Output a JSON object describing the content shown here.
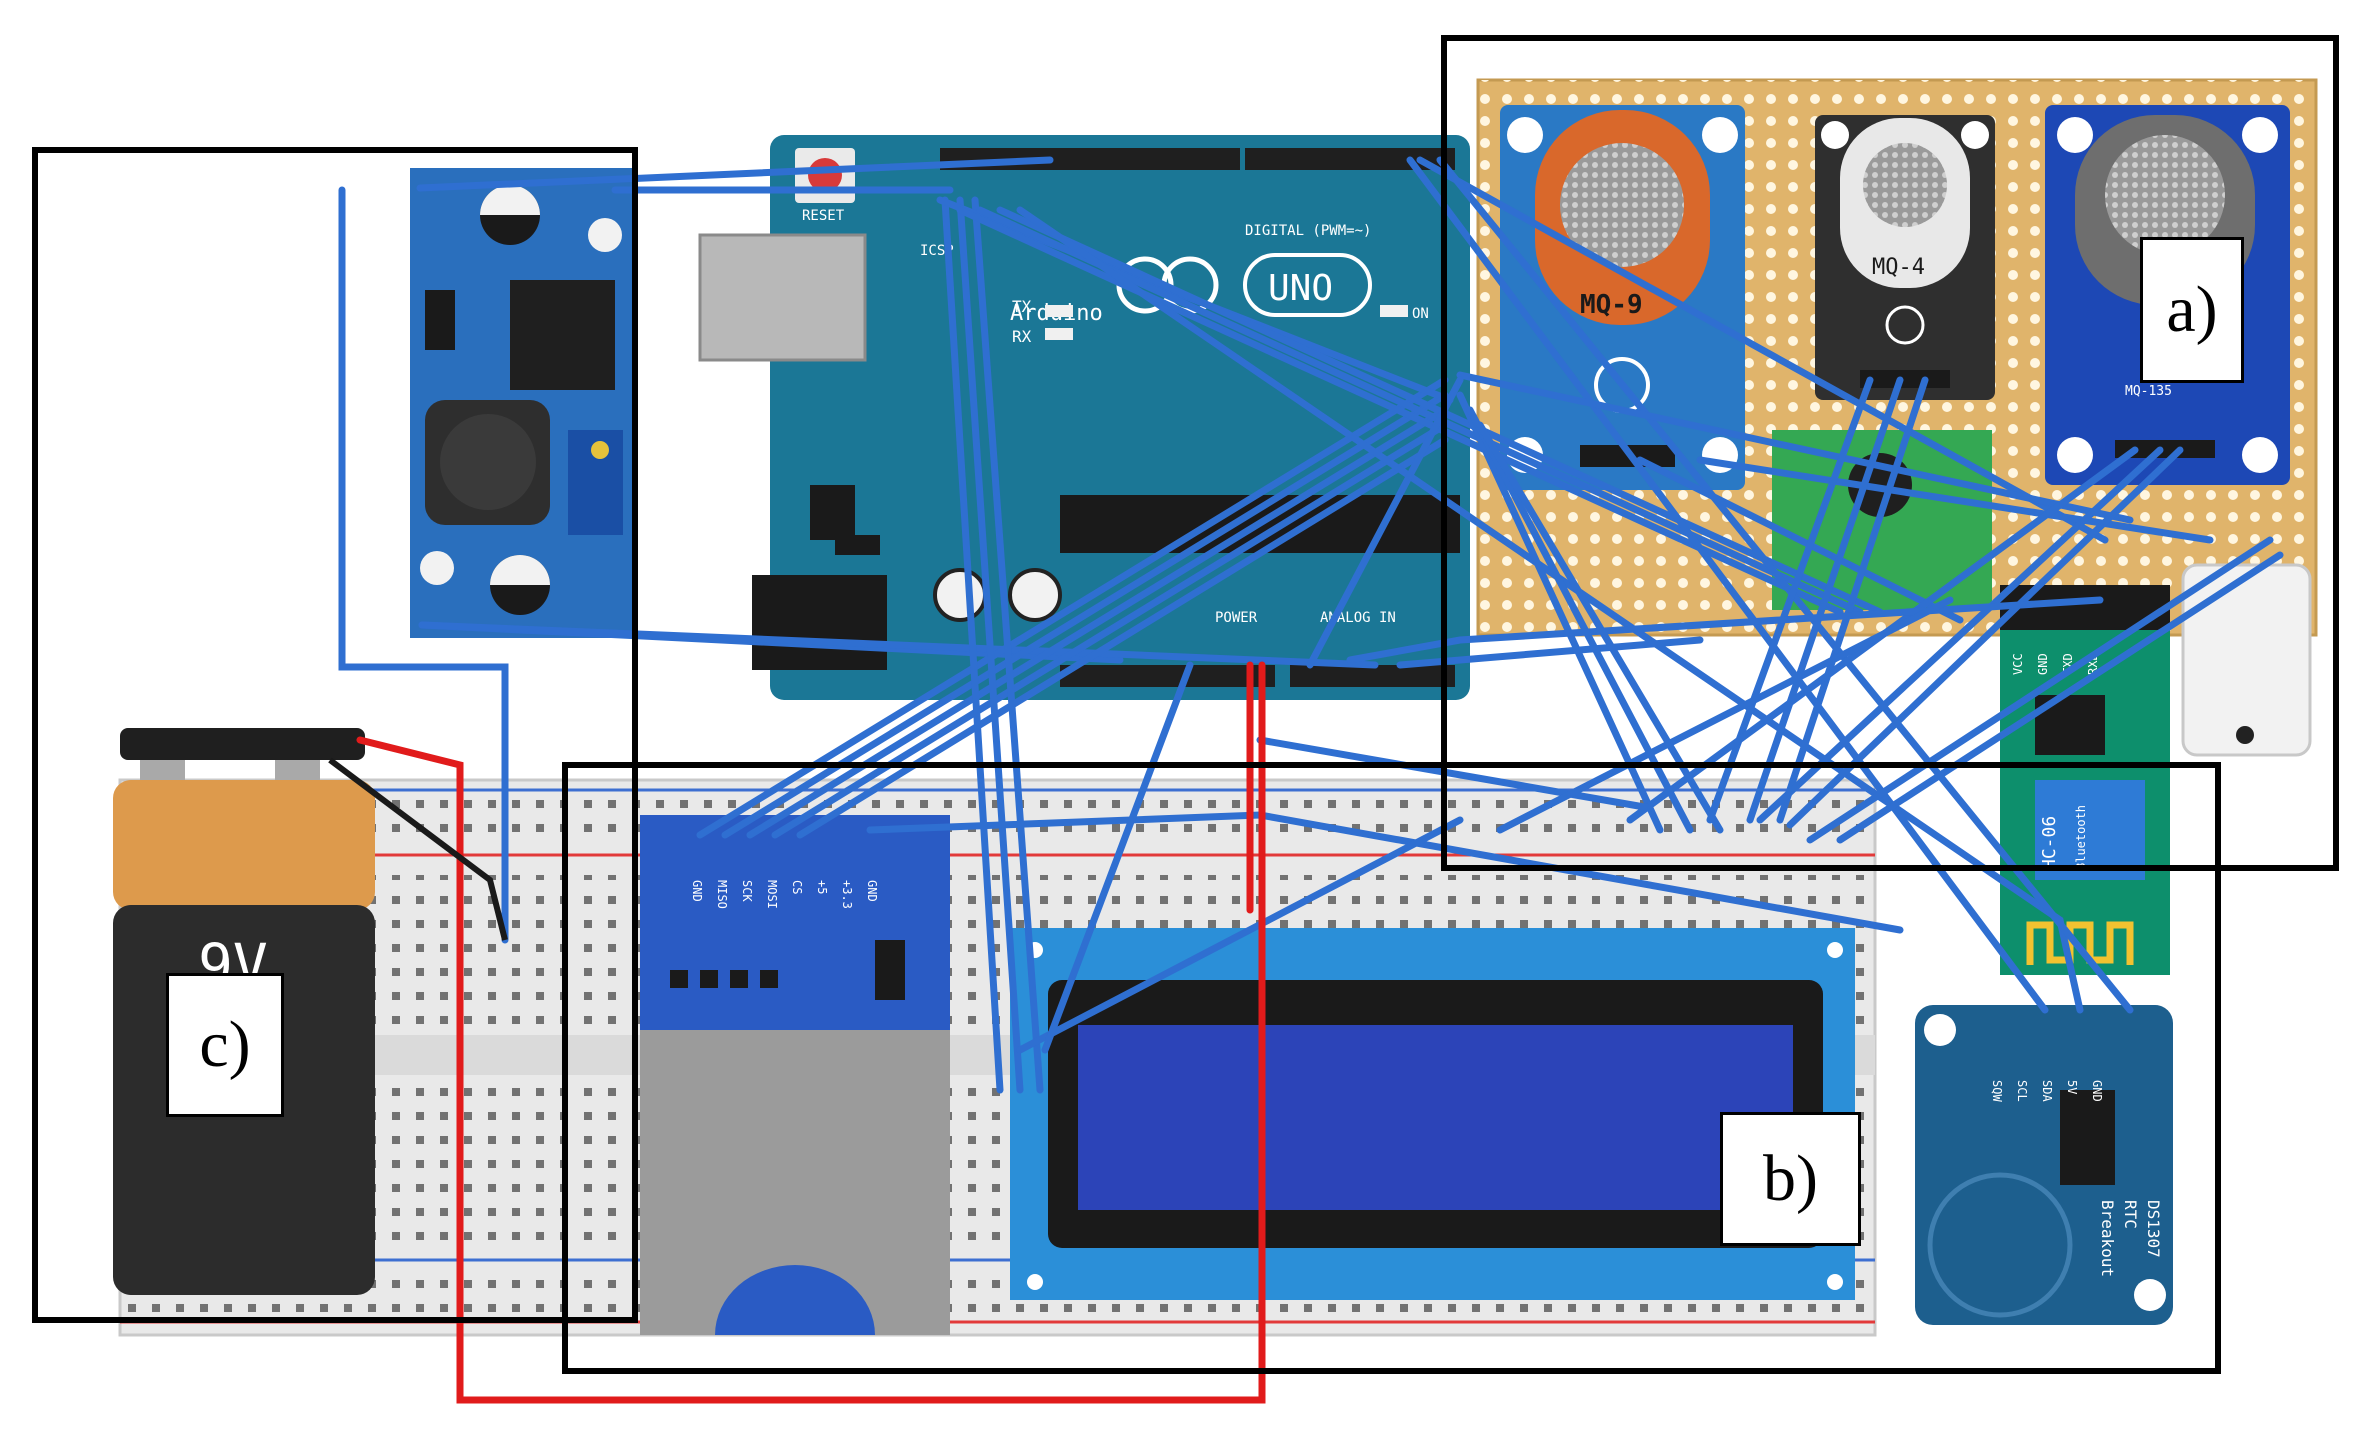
{
  "arduino": {
    "reset": "RESET",
    "digital": "DIGITAL (PWM=~)",
    "tx": "TX",
    "rx": "RX",
    "on": "ON",
    "brand": "Arduino",
    "model": "UNO",
    "power": "POWER",
    "analog": "ANALOG IN",
    "icsp": "ICSP"
  },
  "sensors": [
    {
      "label": "MQ-9"
    },
    {
      "label": "MQ-4"
    },
    {
      "label": "MQ-135"
    }
  ],
  "sd_module": {
    "pins": [
      "GND",
      "MISO",
      "SCK",
      "MOSI",
      "CS",
      "+5",
      "+3.3",
      "GND"
    ]
  },
  "bluetooth": {
    "brand": "HC-06",
    "sub": "Bluetooth",
    "pins": [
      "VCC",
      "GND",
      "TXD",
      "RXD"
    ]
  },
  "rtc": {
    "pins": [
      "SQW",
      "SCL",
      "SDA",
      "5V",
      "GND"
    ],
    "title": "DS1307",
    "sub1": "RTC",
    "sub2": "Breakout"
  },
  "battery": {
    "label": "9V"
  },
  "region_labels": {
    "a": "a)",
    "b": "b)",
    "c": "c)"
  },
  "colors": {
    "wire_blue": "#2f6fd1",
    "wire_red": "#e11b1b",
    "board_teal": "#1b7796",
    "pcb_blue": "#1d5fa8",
    "perfboard": "#e0b46b"
  }
}
